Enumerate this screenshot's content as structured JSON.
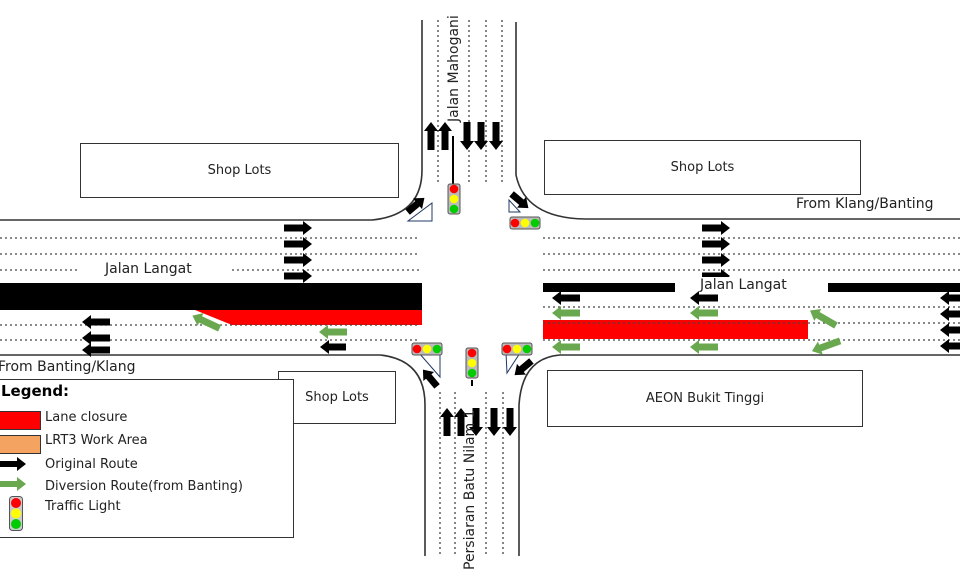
{
  "roads": {
    "north": "Jalan Mahogani",
    "south": "Persiaran Batu Nilam 1",
    "west_main": "Jalan Langat",
    "east_main": "Jalan Langat",
    "from_west": "From Banting/Klang",
    "from_east": "From Klang/Banting"
  },
  "buildings": {
    "nw": "Shop Lots",
    "ne": "Shop Lots",
    "sw": "Shop Lots",
    "se": "AEON Bukit Tinggi"
  },
  "legend": {
    "title": "Legend:",
    "items": [
      {
        "label": "Lane closure",
        "color": "#ff0000"
      },
      {
        "label": "LRT3 Work Area",
        "color": "#f4a460"
      },
      {
        "label": "Original Route",
        "color": "#000000"
      },
      {
        "label": "Diversion Route(from Banting)",
        "color": "#6aa84f"
      },
      {
        "label": "Traffic Light",
        "color": "#ff0000"
      }
    ]
  },
  "colors": {
    "lane_closure": "#ff0000",
    "lrt3_work": "#f4a460",
    "original": "#000000",
    "diversion": "#6aa84f",
    "light_red": "#ff0000",
    "light_yellow": "#ffff00",
    "light_green": "#00cc00"
  }
}
